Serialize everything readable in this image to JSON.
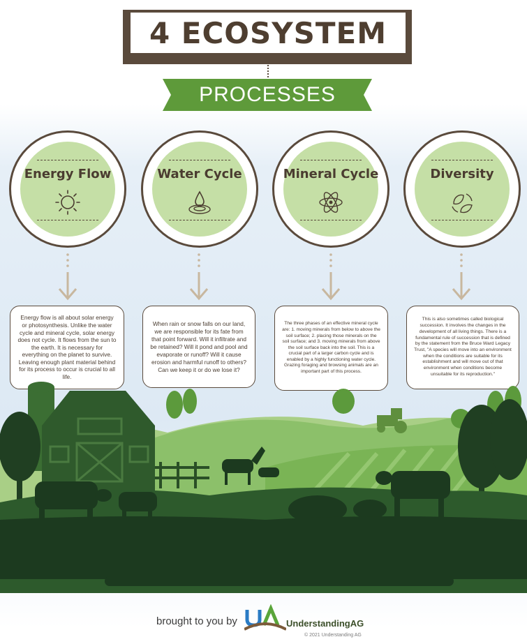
{
  "header": {
    "title": "4 ECOSYSTEM",
    "subtitle": "PROCESSES"
  },
  "processes": [
    {
      "name": "Energy Flow",
      "icon": "sun-icon",
      "text": "Energy flow is all about solar energy or photosynthesis. Unlike the water cycle and mineral cycle, solar energy does not cycle. It flows from the sun to the earth. It is necessary for everything on the planet to survive. Leaving enough plant material behind for its process to occur is crucial to all life."
    },
    {
      "name": "Water Cycle",
      "icon": "water-drop-icon",
      "text": "When rain or snow falls on our land, we are responsible for its fate from that point forward. Will it infiltrate and be retained? Will it pond and pool and evaporate or runoff? Will it cause erosion and harmful runoff to others? Can we keep it or do we lose it?"
    },
    {
      "name": "Mineral Cycle",
      "icon": "atom-icon",
      "text": "The three phases of an effective mineral cycle are: 1. moving minerals from below to above the soil surface; 2. placing those minerals on the soil surface; and 3. moving minerals from above the soil surface back into the soil. This is a crucial part of a larger carbon cycle and is enabled by a highly functioning water cycle. Grazing foraging and browsing animals are an important part of this process."
    },
    {
      "name": "Diversity",
      "icon": "leaves-cycle-icon",
      "text": "This is also sometimes called biological succession. It involves the changes in the development of all living things. There is a fundamental rule of succession that is defined by the statement from the Bruce Ward Legacy Trust, \"A species will move into an environment when the conditions are suitable for its establishment and will move out of that environment when conditions become unsuitable for its reproduction.\""
    }
  ],
  "footer": {
    "brought_by": "brought to you by",
    "brand": "UnderstandingAG",
    "copyright": "© 2021 Understanding AG"
  },
  "colors": {
    "brown": "#5a4a3c",
    "green_banner": "#5e9a3a",
    "circle_fill": "#c5dfa6",
    "dark_green": "#1f3a22"
  }
}
